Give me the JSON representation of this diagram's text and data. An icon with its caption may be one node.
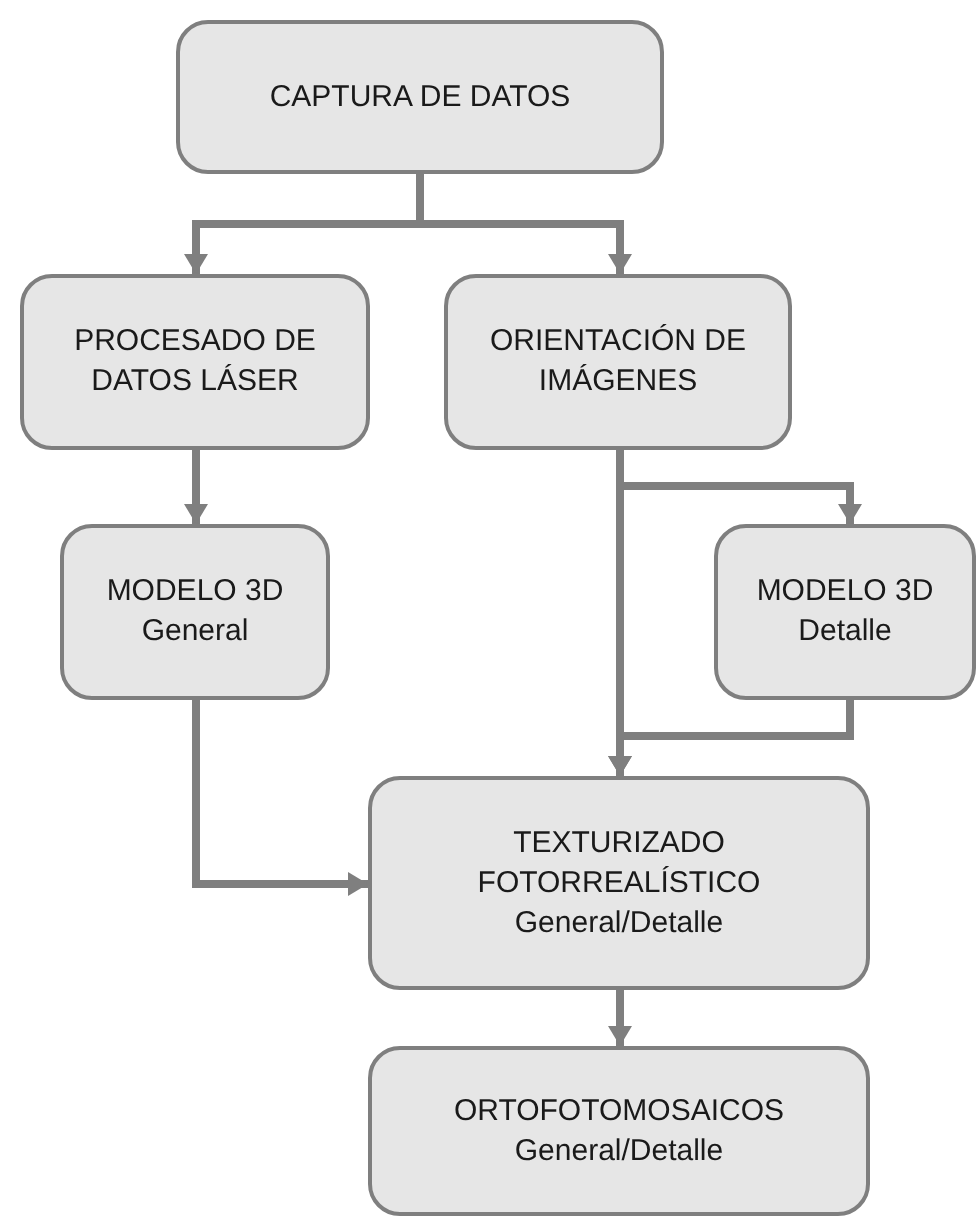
{
  "diagram": {
    "nodes": [
      {
        "text": [
          "CAPTURA DE DATOS"
        ]
      },
      {
        "text": [
          "PROCESADO DE DATOS LÁSER"
        ]
      },
      {
        "text": [
          "ORIENTACIÓN DE IMÁGENES"
        ]
      },
      {
        "text": [
          "MODELO 3D",
          "General"
        ]
      },
      {
        "text": [
          "MODELO 3D",
          "Detalle"
        ]
      },
      {
        "text": [
          "TEXTURIZADO FOTORREALÍSTICO",
          "General/Detalle"
        ]
      },
      {
        "text": [
          "ORTOFOTOMOSAICOS",
          "General/Detalle"
        ]
      }
    ],
    "edges": [
      {
        "from": 0,
        "to": 1,
        "arrow": "to"
      },
      {
        "from": 0,
        "to": 2,
        "arrow": "to"
      },
      {
        "from": 1,
        "to": 3,
        "arrow": "to"
      },
      {
        "from": 2,
        "to": 4,
        "arrow": "to"
      },
      {
        "from": 2,
        "to": 5,
        "arrow": "to"
      },
      {
        "from": 4,
        "to": 5,
        "arrow": "to"
      },
      {
        "from": 3,
        "to": 5,
        "arrow": "to"
      },
      {
        "from": 5,
        "to": 6,
        "arrow": "to"
      }
    ]
  }
}
